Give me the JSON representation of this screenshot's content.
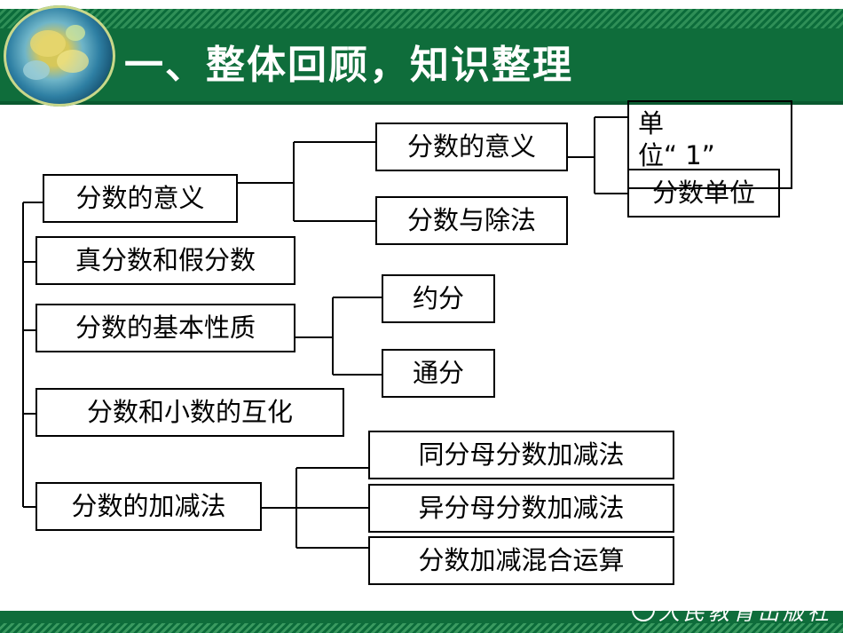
{
  "header": {
    "title": "一、整体回顾，知识整理"
  },
  "nodes": {
    "meaning_main": "分数的意义",
    "proper_improper": "真分数和假分数",
    "basic_property": "分数的基本性质",
    "frac_decimal": "分数和小数的互化",
    "add_sub": "分数的加减法"
  },
  "sub": {
    "meaning": "分数的意义",
    "division": "分数与除法",
    "unit_one_line1": "单",
    "unit_one_line2": "位“ 1”",
    "frac_unit": "分数单位",
    "reduce": "约分",
    "common_denom": "通分",
    "same_denom": "同分母分数加减法",
    "diff_denom": "异分母分数加减法",
    "mixed_ops": "分数加减混合运算"
  },
  "footer": {
    "publisher": "人民教育出版社",
    "publisher_icon": "publisher-logo-icon"
  },
  "colors": {
    "band": "#0f6d3b",
    "title_text": "#ffffff",
    "line": "#000000"
  }
}
